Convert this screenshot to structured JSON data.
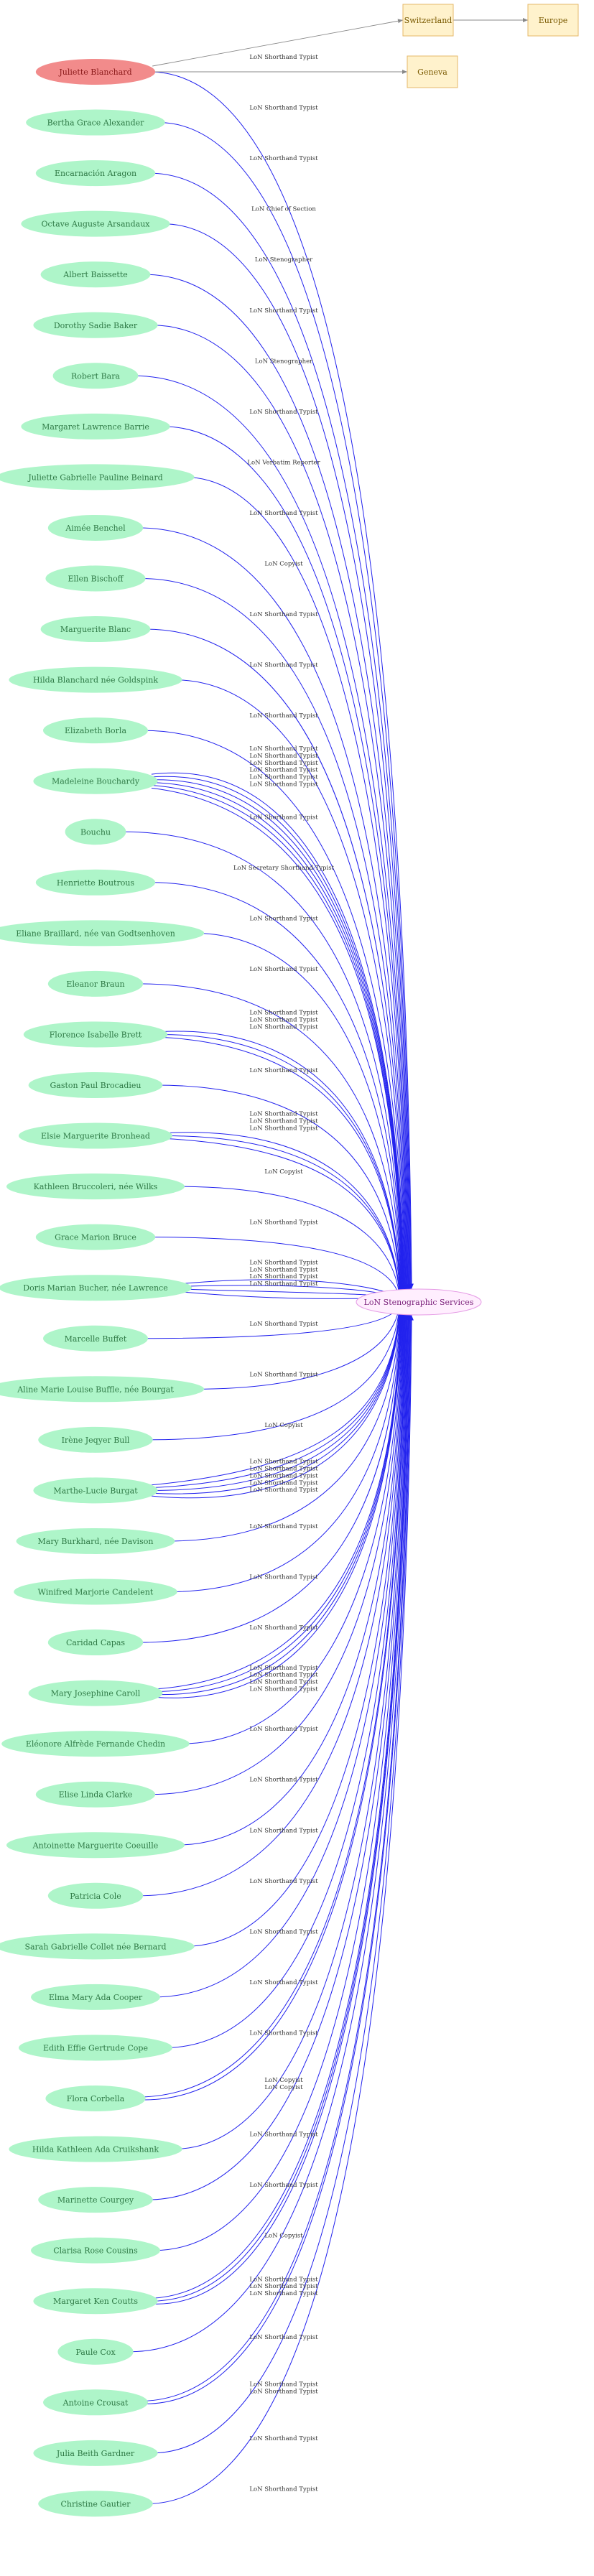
{
  "colors": {
    "person_fill": "#aef5c9",
    "person_text": "#2f7a46",
    "highlight_fill": "#f28b8b",
    "highlight_text": "#8b1a1a",
    "place_fill": "#fff2cc",
    "place_stroke": "#e6b86a",
    "place_text": "#7a5a00",
    "org_fill": "#ffeefe",
    "org_stroke": "#e59be5",
    "org_text": "#7a1f7a",
    "edge_blue": "#2222ee",
    "edge_grey": "#888888"
  },
  "highlight_person": "Juliette Blanchard",
  "places": [
    "Switzerland",
    "Europe",
    "Geneva"
  ],
  "organization": "LoN Stenographic Services",
  "people": [
    {
      "name": "Juliette Blanchard",
      "roles": [
        "LoN Shorthand Typist"
      ]
    },
    {
      "name": "Bertha Grace Alexander",
      "roles": [
        "LoN Shorthand Typist"
      ]
    },
    {
      "name": "Encarnación Aragon",
      "roles": [
        "LoN Shorthand Typist"
      ]
    },
    {
      "name": "Octave Auguste Arsandaux",
      "roles": [
        "LoN Chief of Section"
      ]
    },
    {
      "name": "Albert Baissette",
      "roles": [
        "LoN Stenographer"
      ]
    },
    {
      "name": "Dorothy Sadie Baker",
      "roles": [
        "LoN Shorthand Typist"
      ]
    },
    {
      "name": "Robert Bara",
      "roles": [
        "LoN Stenographer"
      ]
    },
    {
      "name": "Margaret Lawrence Barrie",
      "roles": [
        "LoN Shorthand Typist"
      ]
    },
    {
      "name": "Juliette Gabrielle Pauline Beinard",
      "roles": [
        "LoN Verbatim Reporter"
      ]
    },
    {
      "name": "Aimée Benchel",
      "roles": [
        "LoN Shorthand Typist"
      ]
    },
    {
      "name": "Ellen Bischoff",
      "roles": [
        "LoN Copyist"
      ]
    },
    {
      "name": "Marguerite Blanc",
      "roles": [
        "LoN Shorthand Typist"
      ]
    },
    {
      "name": "Hilda Blanchard née Goldspink",
      "roles": [
        "LoN Shorthand Typist"
      ]
    },
    {
      "name": "Elizabeth Borla",
      "roles": [
        "LoN Shorthand Typist"
      ]
    },
    {
      "name": "Madeleine Bouchardy",
      "roles": [
        "LoN Shorthand Typist",
        "LoN Shorthand Typist",
        "LoN Shorthand Typist",
        "LoN Shorthand Typist",
        "LoN Shorthand Typist",
        "LoN Shorthand Typist"
      ]
    },
    {
      "name": "Bouchu",
      "roles": [
        "LoN Shorthand Typist"
      ]
    },
    {
      "name": "Henriette Boutrous",
      "roles": [
        "LoN Secretary Shorthand-Typist"
      ]
    },
    {
      "name": "Eliane Braillard, née van Godtsenhoven",
      "roles": [
        "LoN Shorthand Typist"
      ]
    },
    {
      "name": "Eleanor Braun",
      "roles": [
        "LoN Shorthand Typist"
      ]
    },
    {
      "name": "Florence Isabelle Brett",
      "roles": [
        "LoN Shorthand Typist",
        "LoN Shorthand Typist",
        "LoN Shorthand Typist"
      ]
    },
    {
      "name": "Gaston Paul Brocadieu",
      "roles": [
        "LoN Shorthand Typist"
      ]
    },
    {
      "name": "Elsie Marguerite Bronhead",
      "roles": [
        "LoN Shorthand Typist",
        "LoN Shorthand Typist",
        "LoN Shorthand Typist"
      ]
    },
    {
      "name": "Kathleen Bruccoleri, née Wilks",
      "roles": [
        "LoN Copyist"
      ]
    },
    {
      "name": "Grace Marion Bruce",
      "roles": [
        "LoN Shorthand Typist"
      ]
    },
    {
      "name": "Doris Marian Bucher, née Lawrence",
      "roles": [
        "LoN Shorthand Typist",
        "LoN Shorthand Typist",
        "LoN Shorthand Typist",
        "LoN Shorthand Typist"
      ]
    },
    {
      "name": "Marcelle Buffet",
      "roles": [
        "LoN Shorthand Typist"
      ]
    },
    {
      "name": "Aline Marie Louise Buffle, née Bourgat",
      "roles": [
        "LoN Shorthand Typist"
      ]
    },
    {
      "name": "Irène Jeqyer Bull",
      "roles": [
        "LoN Copyist"
      ]
    },
    {
      "name": "Marthe-Lucie Burgat",
      "roles": [
        "LoN Shorthand Typist",
        "LoN Shorthand Typist",
        "LoN Shorthand Typist",
        "LoN Shorthand Typist",
        "LoN Shorthand Typist"
      ]
    },
    {
      "name": "Mary Burkhard, née Davison",
      "roles": [
        "LoN Shorthand Typist"
      ]
    },
    {
      "name": "Winifred Marjorie Candelent",
      "roles": [
        "LoN Shorthand Typist"
      ]
    },
    {
      "name": "Caridad Capas",
      "roles": [
        "LoN Shorthand Typist"
      ]
    },
    {
      "name": "Mary Josephine Caroll",
      "roles": [
        "LoN Shorthand Typist",
        "LoN Shorthand Typist",
        "LoN Shorthand Typist",
        "LoN Shorthand Typist"
      ]
    },
    {
      "name": "Eléonore Alfrède Fernande Chedin",
      "roles": [
        "LoN Shorthand Typist"
      ]
    },
    {
      "name": "Elise Linda Clarke",
      "roles": [
        "LoN Shorthand Typist"
      ]
    },
    {
      "name": "Antoinette Marguerite Coeuille",
      "roles": [
        "LoN Shorthand Typist"
      ]
    },
    {
      "name": "Patricia Cole",
      "roles": [
        "LoN Shorthand Typist"
      ]
    },
    {
      "name": "Sarah Gabrielle Collet née Bernard",
      "roles": [
        "LoN Shorthand Typist"
      ]
    },
    {
      "name": "Elma Mary Ada Cooper",
      "roles": [
        "LoN Shorthand Typist"
      ]
    },
    {
      "name": "Edith Effie Gertrude Cope",
      "roles": [
        "LoN Shorthand Typist"
      ]
    },
    {
      "name": "Flora Corbella",
      "roles": [
        "LoN Copyist",
        "LoN Copyist"
      ]
    },
    {
      "name": "Hilda Kathleen Ada Cruikshank",
      "roles": [
        "LoN Shorthand Typist"
      ]
    },
    {
      "name": "Marinette Courgey",
      "roles": [
        "LoN Shorthand Typist"
      ]
    },
    {
      "name": "Clarisa Rose Cousins",
      "roles": [
        "LoN Copyist"
      ]
    },
    {
      "name": "Margaret Ken Coutts",
      "roles": [
        "LoN Shorthand Typist",
        "LoN Shorthand Typist",
        "LoN Shorthand Typist"
      ]
    },
    {
      "name": "Paule Cox",
      "roles": [
        "LoN Shorthand Typist"
      ]
    },
    {
      "name": "Antoine Crousat",
      "roles": [
        "LoN Shorthand Typist",
        "LoN Shorthand Typist"
      ]
    },
    {
      "name": "Julia Beith Gardner",
      "roles": [
        "LoN Shorthand Typist"
      ]
    },
    {
      "name": "Christine Gautier",
      "roles": [
        "LoN Shorthand Typist"
      ]
    }
  ]
}
